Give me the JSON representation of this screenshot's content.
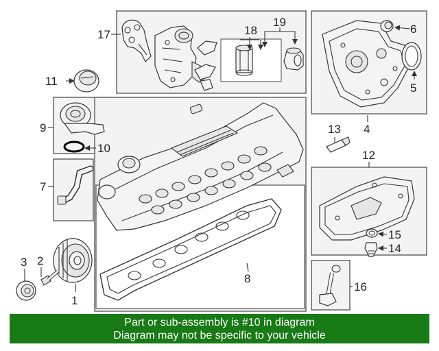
{
  "callouts": {
    "c1": "1",
    "c2": "2",
    "c3": "3",
    "c4": "4",
    "c5": "5",
    "c6": "6",
    "c7": "7",
    "c8": "8",
    "c9": "9",
    "c10": "10",
    "c11": "11",
    "c12": "12",
    "c13": "13",
    "c14": "14",
    "c15": "15",
    "c16": "16",
    "c17": "17",
    "c18": "18",
    "c19": "19"
  },
  "highlighted_part": "10",
  "highlight_color": "#000000",
  "footer": {
    "line1": "Part or sub-assembly is #10 in diagram",
    "line2": "Diagram may not be specific to your vehicle",
    "background": "#177a14",
    "text_color": "#ffffff"
  }
}
